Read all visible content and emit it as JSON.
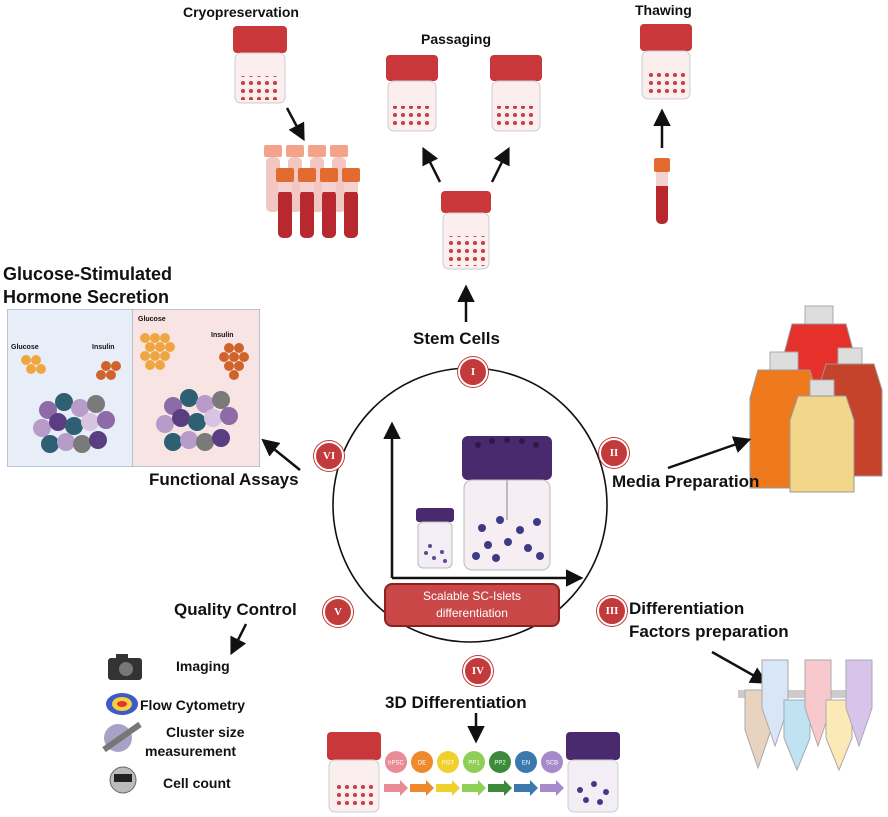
{
  "title_glucose": [
    "Glucose-Stimulated",
    "Hormone Secretion"
  ],
  "labels": {
    "cryopreservation": "Cryopreservation",
    "passaging": "Passaging",
    "thawing": "Thawing",
    "stem_cells": "Stem Cells",
    "media_preparation": "Media Preparation",
    "functional_assays": "Functional Assays",
    "quality_control": "Quality Control",
    "differentiation_factors": [
      "Differentiation",
      "Factors preparation"
    ],
    "three_d_differentiation": "3D Differentiation",
    "center_box": [
      "Scalable SC-Islets",
      "differentiation"
    ]
  },
  "panel_left": {
    "glucose": "Glucose",
    "insulin": "Insulin"
  },
  "panel_right": {
    "glucose": "Glucose",
    "insulin": "Insulin"
  },
  "badges": {
    "i": "I",
    "ii": "II",
    "iii": "III",
    "iv": "IV",
    "v": "V",
    "vi": "VI"
  },
  "qc_items": [
    "Imaging",
    "Flow Cytometry",
    "Cluster size",
    "measurement",
    "Cell count"
  ],
  "stages": [
    "hPSC",
    "DE",
    "PGT",
    "PP1",
    "PP2",
    "EN",
    "SCB"
  ],
  "stage_colors": [
    "#e98b97",
    "#ef8a2c",
    "#efd02d",
    "#8fcf55",
    "#3d8a3a",
    "#3a78ad",
    "#a78ac9"
  ],
  "colors": {
    "red_lid": "#c9373b",
    "purple_lid": "#4a2a6e",
    "badge": "#c23a3a",
    "panel_left_bg": "#e8eef8",
    "panel_right_bg": "#f8e4e2"
  }
}
